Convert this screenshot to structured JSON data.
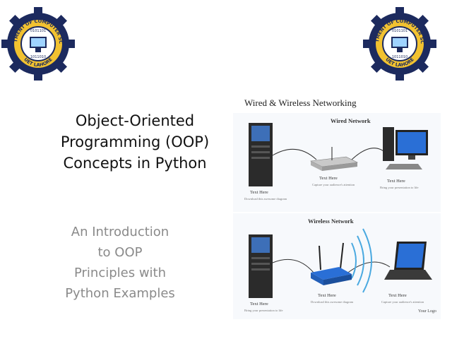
{
  "slide": {
    "title_lines": [
      "Object-Oriented",
      "Programming (OOP)",
      "Concepts in Python"
    ],
    "subtitle_lines": [
      "An Introduction",
      "to OOP",
      "Principles with",
      "Python Examples"
    ]
  },
  "logo": {
    "top_text": "DEPARTMENT OF COMPUTER SCIENCE",
    "bottom_text": "UET LAHORE"
  },
  "diagram": {
    "heading": "Wired & Wireless Networking",
    "wired_label": "Wired Network",
    "wireless_label": "Wireless Network",
    "wired_nodes": [
      {
        "title": "Text Here",
        "caption": "Download this awesome diagram"
      },
      {
        "title": "Text Here",
        "caption": "Capture your audience's attention"
      },
      {
        "title": "Text Here",
        "caption": "Bring your presentation to life"
      }
    ],
    "wireless_nodes": [
      {
        "title": "Text Here",
        "caption": "Bring your presentation to life"
      },
      {
        "title": "Text Here",
        "caption": "Download this awesome diagram"
      },
      {
        "title": "Text Here",
        "caption": "Capture your audience's attention"
      }
    ],
    "footer": "Your Logo"
  },
  "colors": {
    "logo_gear": "#1c2a5e",
    "logo_ring": "#f2c230",
    "accent_blue": "#2a6fd6",
    "device_dark": "#2b2b2b"
  }
}
